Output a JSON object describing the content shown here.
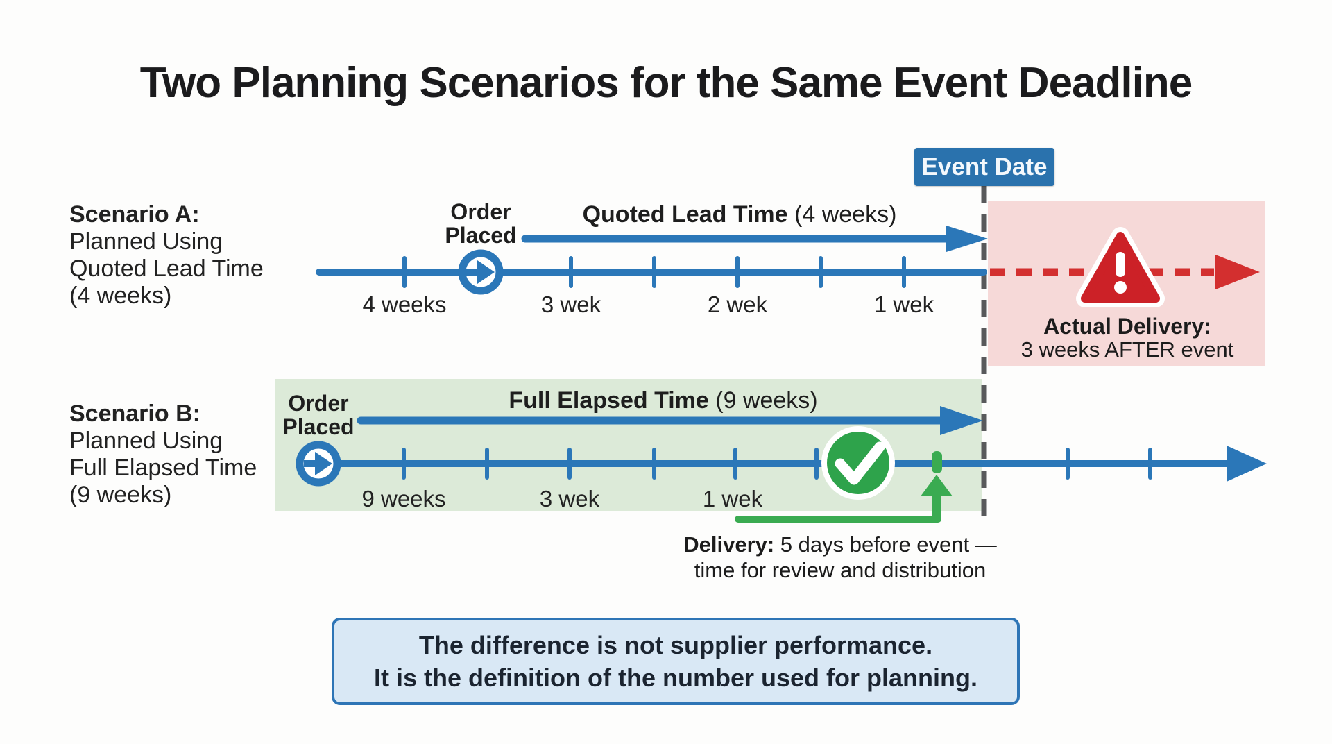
{
  "title": "Two Planning Scenarios for the Same Event Deadline",
  "event_badge": "Event Date",
  "colors": {
    "timeline_blue": "#2B77B8",
    "badge_blue": "#2A72AD",
    "pink_bg": "#F6D9D8",
    "alert_red": "#CC2127",
    "dashed_red": "#D32F2F",
    "green_bg": "#DCEAD8",
    "success_green": "#2EA34B",
    "bracket_green": "#3AAB51",
    "grey_dash": "#58595B",
    "note_bg": "#D9E8F5",
    "note_border": "#2E75B6",
    "text_dark": "#1E1E1E"
  },
  "scenario_a": {
    "label_title": "Scenario A:",
    "label_line1": "Planned Using",
    "label_line2": "Quoted Lead Time",
    "label_line3": "(4 weeks)",
    "order_line1": "Order",
    "order_line2": "Placed",
    "duration_bold": "Quoted Lead Time",
    "duration_rest": " (4 weeks)",
    "ticks": [
      "4 weeks",
      "3 wek",
      "2 wek",
      "1 wek"
    ],
    "outcome_title": "Actual Delivery:",
    "outcome_text": "3 weeks AFTER event"
  },
  "scenario_b": {
    "label_title": "Scenario B:",
    "label_line1": "Planned Using",
    "label_line2": "Full Elapsed Time",
    "label_line3": "(9 weeks)",
    "order_line1": "Order",
    "order_line2": "Placed",
    "duration_bold": "Full Elapsed Time",
    "duration_rest": " (9 weeks)",
    "ticks": [
      "9 weeks",
      "3 wek",
      "1 wek"
    ],
    "delivery_bold": "Delivery:",
    "delivery_rest": " 5 days before event —",
    "delivery_line2": "time for review and distribution"
  },
  "footer_note": {
    "line1": "The difference is not supplier performance.",
    "line2": "It is the definition of the number used for planning."
  }
}
